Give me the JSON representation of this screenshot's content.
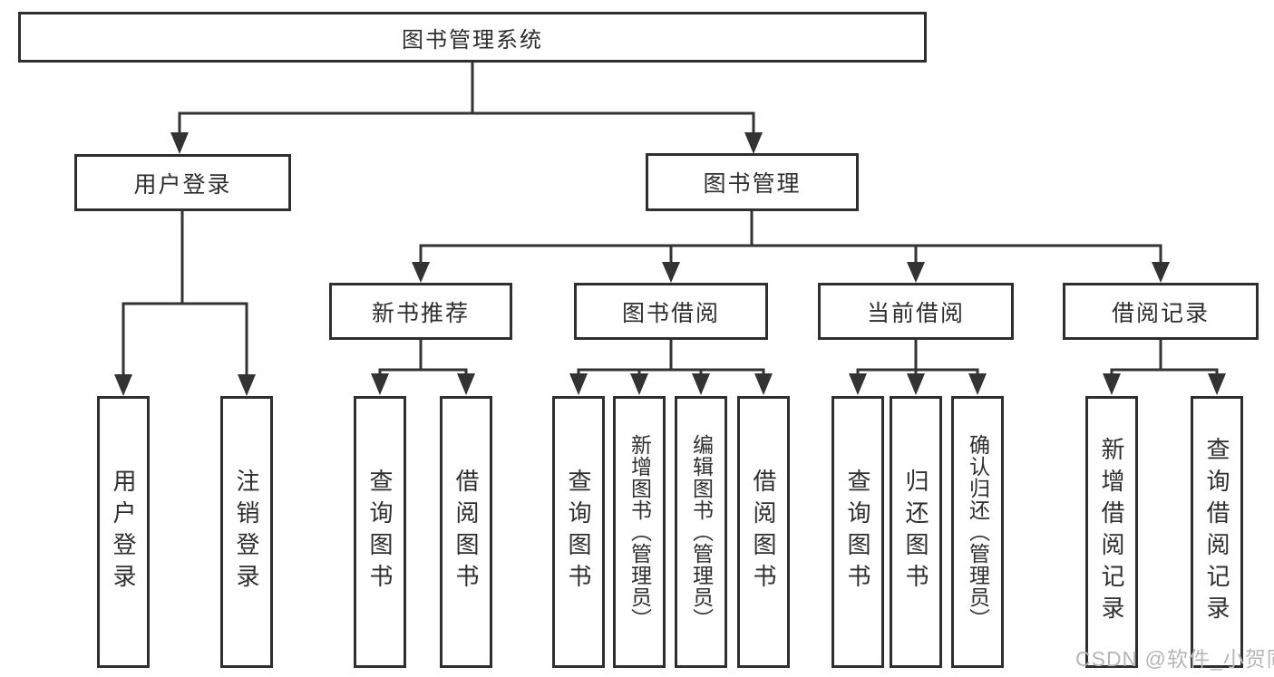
{
  "diagram_title": "图书管理系统",
  "nodes": {
    "root": "图书管理系统",
    "user_login": "用户登录",
    "book_mgmt": "图书管理",
    "new_rec": "新书推荐",
    "book_borrow": "图书借阅",
    "current_borrow": "当前借阅",
    "borrow_record": "借阅记录",
    "leaves_user_login": [
      "用户登录",
      "注销登录"
    ],
    "leaves_new_rec": [
      "查询图书",
      "借阅图书"
    ],
    "leaves_book_borrow": [
      "查询图书",
      "新增图书（管理员）",
      "编辑图书（管理员）",
      "借阅图书"
    ],
    "leaves_current_borrow": [
      "查询图书",
      "归还图书",
      "确认归还（管理员）"
    ],
    "leaves_borrow_record": [
      "新增借阅记录",
      "查询借阅记录"
    ]
  },
  "watermark": "CSDN @软件_小贺同学",
  "colors": {
    "line": "#333333",
    "text": "#2e2e2e",
    "watermark": "#b6b6b6",
    "background": "#ffffff"
  }
}
